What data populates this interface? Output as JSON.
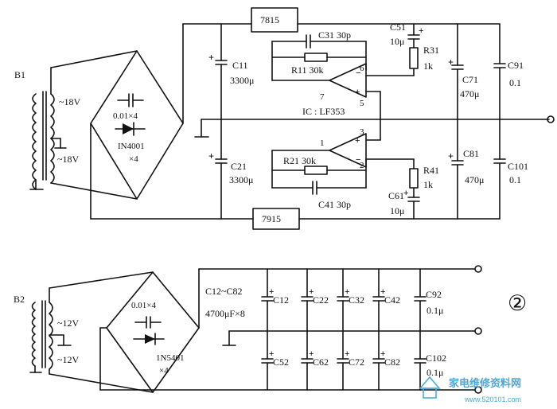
{
  "top": {
    "transformer": "B1",
    "sec_upper": "~18V",
    "sec_lower": "~18V",
    "bridge_cap": "0.01×4",
    "bridge_diode": "IN4001",
    "bridge_count": "×4",
    "reg_pos": "7815",
    "reg_neg": "7915",
    "c11": "C11",
    "c11_val": "3300μ",
    "c21": "C21",
    "c21_val": "3300μ",
    "c31": "C31 30p",
    "r11": "R11 30k",
    "c51": "C51",
    "c51_val": "10μ",
    "r31": "R31",
    "r31_val": "1k",
    "c71": "C71",
    "c71_val": "470μ",
    "c91": "C91",
    "c91_val": "0.1",
    "ic": "IC : LF353",
    "pin7": "7",
    "pin6": "6",
    "pin5": "5",
    "pin1": "1",
    "pin3": "3",
    "pin2": "2",
    "r21": "R21 30k",
    "c41": "C41 30p",
    "r41": "R41",
    "r41_val": "1k",
    "c61": "C61",
    "c61_val": "10μ",
    "c81": "C81",
    "c81_val": "470μ",
    "c101": "C101",
    "c101_val": "0.1"
  },
  "bottom": {
    "transformer": "B2",
    "sec_upper": "~12V",
    "sec_lower": "~12V",
    "bridge_cap": "0.01×4",
    "bridge_diode": "1N5401",
    "bridge_count": "×4",
    "cap_range": "C12~C82",
    "cap_spec": "4700μF×8",
    "caps_upper": [
      "C12",
      "C22",
      "C32",
      "C42"
    ],
    "caps_lower": [
      "C52",
      "C62",
      "C72",
      "C82"
    ],
    "c92": "C92",
    "c92_val": "0.1μ",
    "c102": "C102",
    "c102_val": "0.1μ"
  },
  "figure_number": "②",
  "watermark": {
    "text": "家电维修资料网",
    "url": "www.520101.com",
    "color": "#4fa8d8"
  }
}
